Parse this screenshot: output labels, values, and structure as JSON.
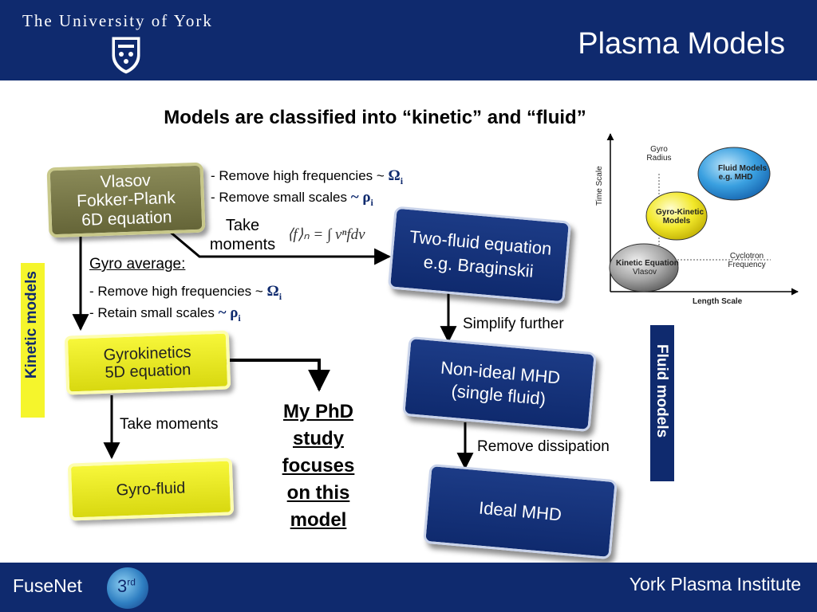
{
  "header": {
    "university": "The University of York",
    "title": "Plasma Models"
  },
  "subtitle": "Models are classified into “kinetic” and “fluid”",
  "boxes": {
    "vlasov": [
      "Vlasov",
      "Fokker-Plank",
      "6D equation"
    ],
    "gyrokinetics": [
      "Gyrokinetics",
      "5D equation"
    ],
    "gyrofluid": "Gyro-fluid",
    "two_fluid": [
      "Two-fluid equation",
      "e.g. Braginskii"
    ],
    "nonideal_mhd": [
      "Non-ideal MHD",
      "(single fluid)"
    ],
    "ideal_mhd": "Ideal MHD"
  },
  "annotations": {
    "remove_high_freq_1": "- Remove high frequencies ~",
    "omega_1": "Ω",
    "omega_sub_1": "i",
    "remove_small_scales": "- Remove small scales",
    "rho_1": "~ ρ",
    "rho_sub_1": "i",
    "take_moments_1": [
      "Take",
      "moments"
    ],
    "formula": "⟨f⟩ₙ = ∫ vⁿfdv",
    "gyro_average": "Gyro average:",
    "remove_high_freq_2": "- Remove high frequencies ~",
    "omega_2": "Ω",
    "omega_sub_2": "i",
    "retain_small_scales": "- Retain small scales",
    "rho_2": "~ ρ",
    "rho_sub_2": "i",
    "simplify_further": "Simplify further",
    "take_moments_2": "Take moments",
    "remove_dissipation": "Remove dissipation"
  },
  "side_labels": {
    "kinetic": "Kinetic models",
    "fluid": "Fluid models"
  },
  "phd_note": [
    "My PhD",
    "study",
    "focuses",
    "on this",
    "model"
  ],
  "inset_graph": {
    "y_axis": "Time Scale",
    "x_axis": "Length Scale",
    "gyro_radius": [
      "Gyro",
      "Radius"
    ],
    "cyclotron": [
      "Cyclotron",
      "Frequency"
    ],
    "fluid_models": [
      "Fluid Models",
      "e.g. MHD"
    ],
    "gyro_kinetic": [
      "Gyro-Kinetic",
      "Models"
    ],
    "kinetic_eq": [
      "Kinetic Equation",
      "Vlasov"
    ]
  },
  "footer": {
    "left": "FuseNet",
    "badge": "3",
    "badge_sup": "rd",
    "right": "York Plasma Institute"
  },
  "colors": {
    "navy": "#0f2a6e",
    "olive": "#6b6b3c",
    "yellow": "#f0f020"
  }
}
